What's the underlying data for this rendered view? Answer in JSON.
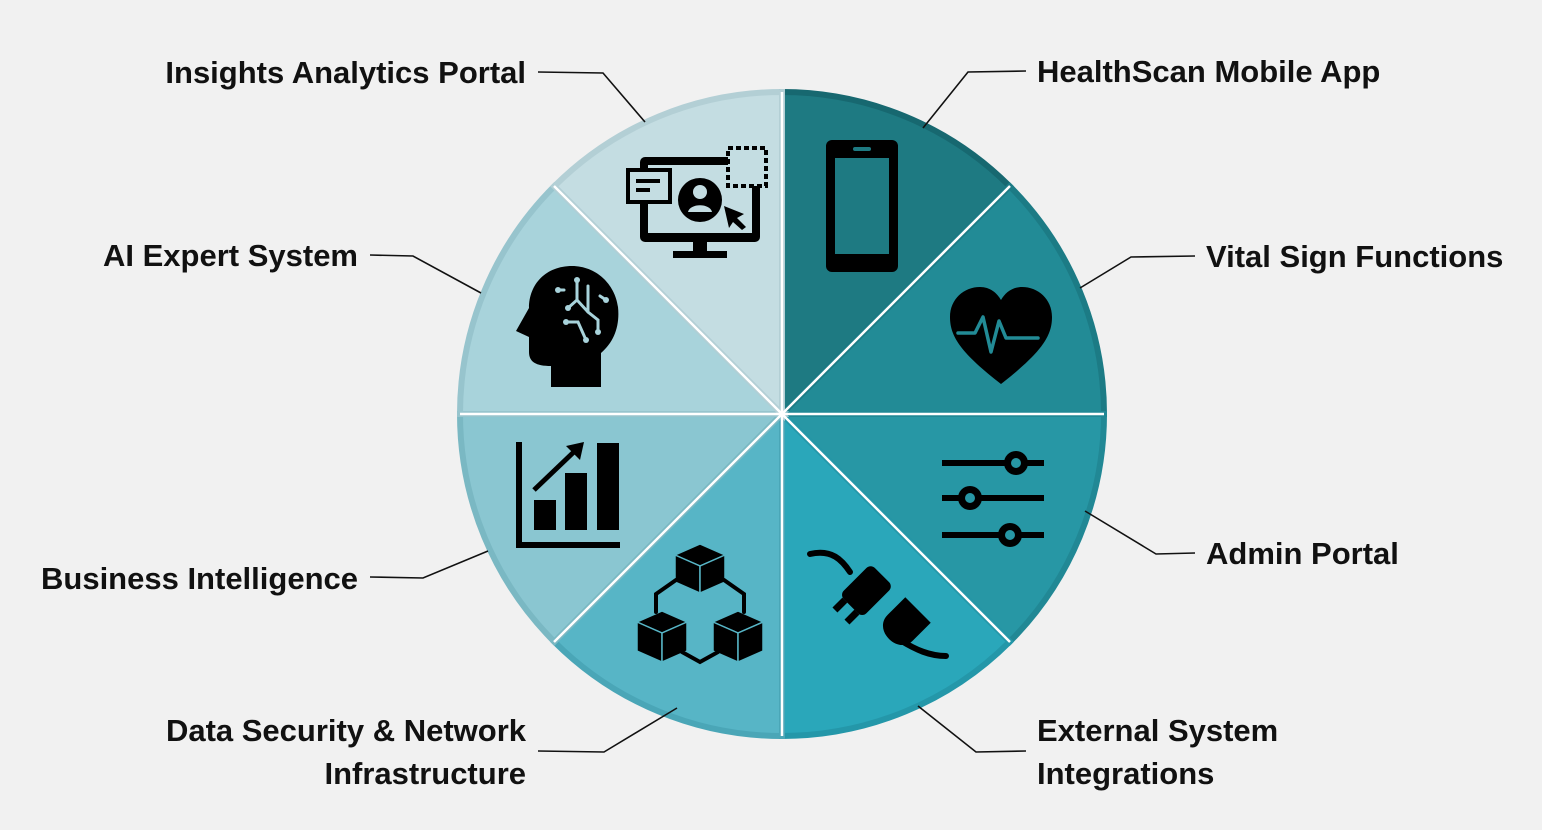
{
  "segments": [
    {
      "label": "HealthScan Mobile App",
      "icon": "smartphone-icon",
      "color": "#1e7a82"
    },
    {
      "label": "Vital Sign Functions",
      "icon": "heart-pulse-icon",
      "color": "#228b96"
    },
    {
      "label": "Admin Portal",
      "icon": "sliders-icon",
      "color": "#2797a5"
    },
    {
      "label": "External System Integrations",
      "label_lines": [
        "External System",
        "Integrations"
      ],
      "icon": "plug-icon",
      "color": "#2aa7ba"
    },
    {
      "label": "Data Security & Network Infrastructure",
      "label_lines": [
        "Data Security & Network",
        "Infrastructure"
      ],
      "icon": "blocks-network-icon",
      "color": "#57b5c6"
    },
    {
      "label": "Business Intelligence",
      "icon": "bar-chart-growth-icon",
      "color": "#8ac6d1"
    },
    {
      "label": "AI Expert System",
      "icon": "ai-head-icon",
      "color": "#a8d3db"
    },
    {
      "label": "Insights Analytics Portal",
      "icon": "monitor-user-icon",
      "color": "#c4dde2"
    }
  ]
}
